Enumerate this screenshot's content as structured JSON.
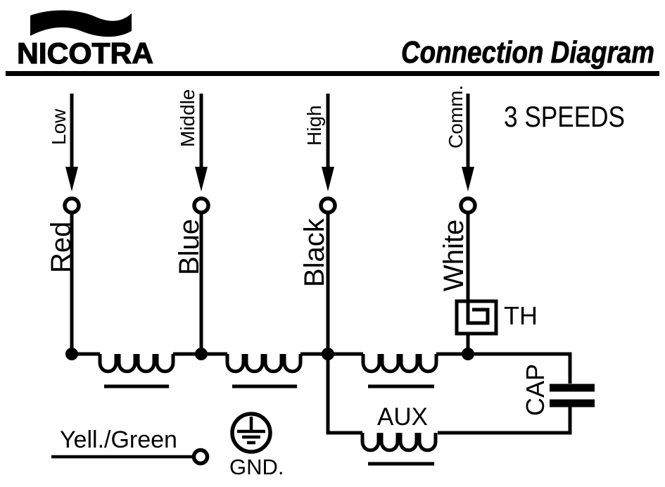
{
  "header": {
    "brand": "NICOTRA",
    "title": "Connection Diagram"
  },
  "diagram": {
    "subtitle": "3 SPEEDS",
    "speed_labels": [
      "Low",
      "Middle",
      "High",
      "Comm."
    ],
    "wire_labels": [
      "Red",
      "Blue",
      "Black",
      "White"
    ],
    "thermal_label": "TH",
    "aux_label": "AUX",
    "capacitor_label": "CAP",
    "ground_wire_label": "Yell./Green",
    "ground_label": "GND."
  },
  "colors": {
    "ink": "#000000",
    "background": "#ffffff"
  }
}
